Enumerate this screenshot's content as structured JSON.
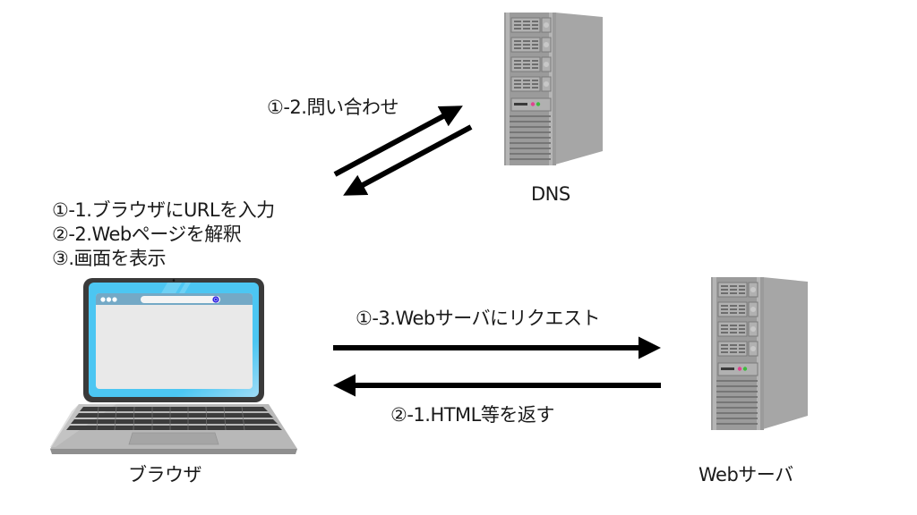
{
  "nodes": {
    "dns": {
      "label": "DNS",
      "icon": "server-tower-icon"
    },
    "web_server": {
      "label": "Webサーバ",
      "icon": "server-tower-icon"
    },
    "browser": {
      "label": "ブラウザ",
      "icon": "laptop-icon"
    }
  },
  "browser_steps": [
    "①-1.ブラウザにURLを入力",
    "②-2.Webページを解釈",
    "③.画面を表示"
  ],
  "edges": {
    "dns_query": {
      "label": "①-2.問い合わせ",
      "from": "browser",
      "to": "dns",
      "bidirectional_pair": true
    },
    "web_request": {
      "label": "①-3.Webサーバにリクエスト",
      "from": "browser",
      "to": "web_server"
    },
    "web_response": {
      "label": "②-1.HTML等を返す",
      "from": "web_server",
      "to": "browser"
    }
  },
  "colors": {
    "arrow": "#000000",
    "server_body": "#9a9a9a",
    "server_side": "#a8a8a8",
    "laptop_screen": "#4cc6f2",
    "laptop_bezel": "#3a3a3a",
    "browser_bar": "#74a9c6",
    "led_pink": "#e0438f",
    "led_green": "#3cba3c",
    "search_button": "#2b1ee0"
  }
}
